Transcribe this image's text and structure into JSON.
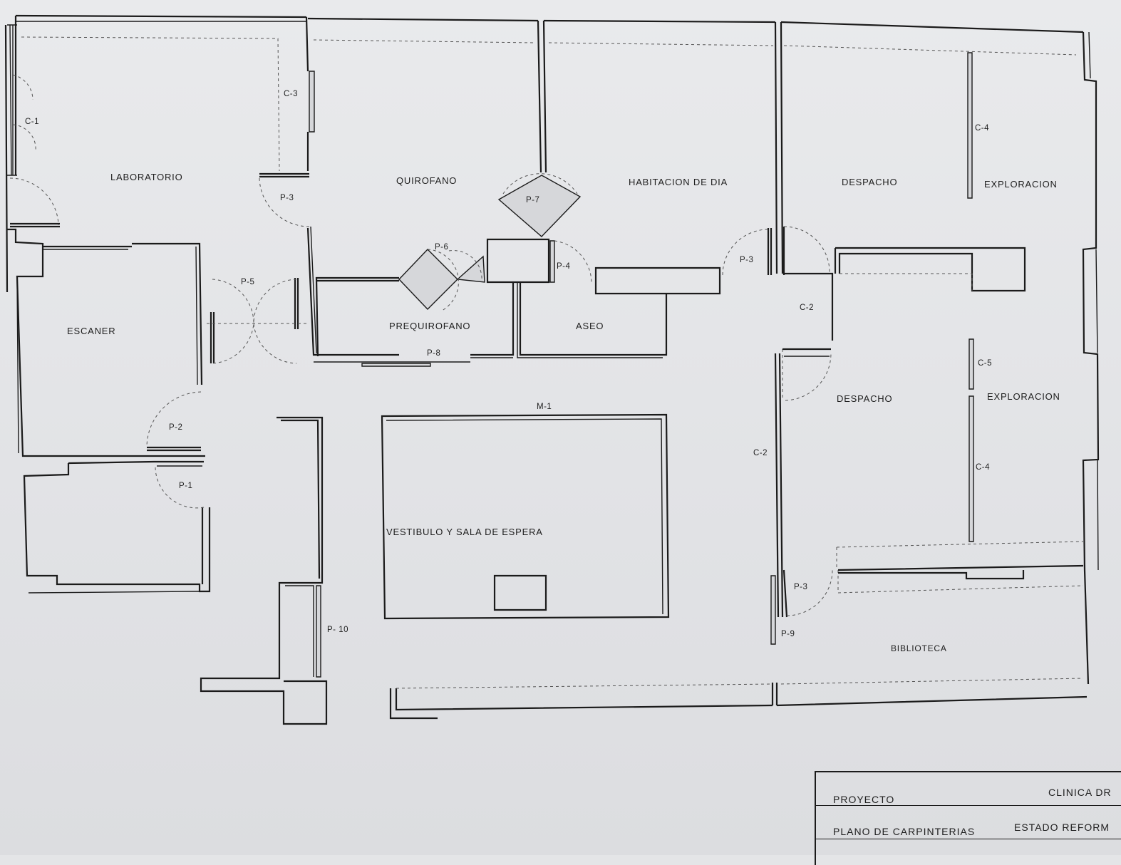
{
  "rooms": {
    "laboratorio": "LABORATORIO",
    "quirofano": "QUIROFANO",
    "habitacion_dia": "HABITACION DE DIA",
    "despacho_1": "DESPACHO",
    "exploracion_1": "EXPLORACION",
    "escaner": "ESCANER",
    "prequirofano": "PREQUIROFANO",
    "aseo": "ASEO",
    "despacho_2": "DESPACHO",
    "exploracion_2": "EXPLORACION",
    "vestibulo": "VESTIBULO Y SALA DE ESPERA",
    "biblioteca": "BIBLIOTECA"
  },
  "codes": {
    "c1": "C-1",
    "c3": "C-3",
    "c4_top": "C-4",
    "c2_upper": "C-2",
    "c5": "C-5",
    "c2_lower": "C-2",
    "c4_lower": "C-4",
    "p3_lab": "P-3",
    "p7": "P-7",
    "p6": "P-6",
    "p4": "P-4",
    "p3_center": "P-3",
    "p5": "P-5",
    "p8": "P-8",
    "p2": "P-2",
    "p1": "P-1",
    "m1": "M-1",
    "p10": "P- 10",
    "p3_lower": "P-3",
    "p9": "P-9"
  },
  "title_block": {
    "proyecto_label": "PROYECTO",
    "proyecto_value": "CLINICA DR",
    "plano_label": "PLANO DE CARPINTERIAS",
    "plano_value": "ESTADO REFORM"
  }
}
